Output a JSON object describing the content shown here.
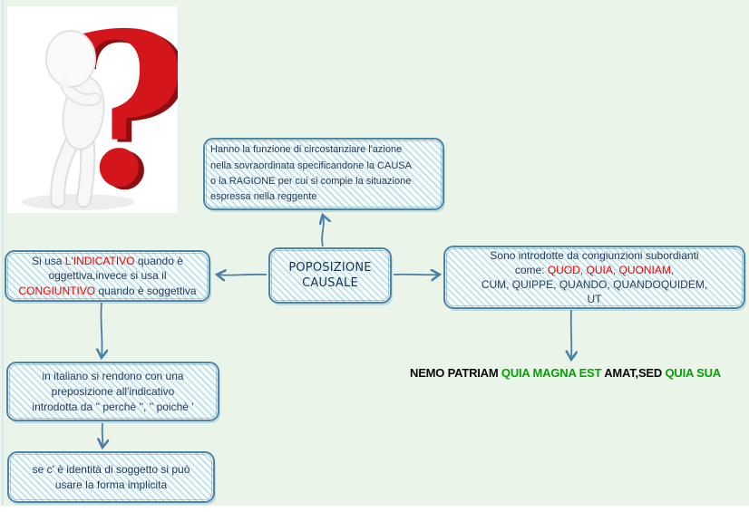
{
  "palette": {
    "background": "#eaf4e9",
    "node_fill": "#f6fbfc",
    "node_hatch": "#7fc1d0",
    "node_border": "#4e86a8",
    "node_text": "#233d5f",
    "accent_red": "#f20000",
    "accent_green": "#00a300",
    "arrow": "#4a7fa6",
    "question_mark_red": "#d2161c"
  },
  "illustration": {
    "label": "3D white figure thinking beside a big red question mark"
  },
  "nodes": {
    "definition": {
      "lines": [
        "Hanno la funzione di circostanziare l'azione",
        "nella sovraordinata specificandone la CAUSA",
        "o la RAGIONE per cui si compie la situazione",
        "espressa nella reggente"
      ]
    },
    "center": {
      "lines": [
        "POPOSIZIONE",
        "CAUSALE"
      ]
    },
    "mood": {
      "segments": [
        {
          "t": "Si usa "
        },
        {
          "t": "L'INDICATIVO",
          "c": "red"
        },
        {
          "t": " quando è\noggettiva,invece si usa il\n"
        },
        {
          "t": "CONGIUNTIVO",
          "c": "red"
        },
        {
          "t": " quando è soggettiva"
        }
      ]
    },
    "conjunctions": {
      "segments": [
        {
          "t": "Sono introdotte da congiunzioni subordianti\ncome: "
        },
        {
          "t": "QUOD, QUIA, QUONIAM,",
          "c": "red"
        },
        {
          "t": "\nCUM, QUIPPE, QUANDO, QUANDOQUIDEM,\nUT"
        }
      ]
    },
    "italian": {
      "lines": [
        "in italiano si rendono con una",
        "preposizione all'indicativo",
        "introdotta da '' perchè '', '' poichè '"
      ]
    },
    "implicit": {
      "lines": [
        "se c' è identità di soggetto si può",
        "usare la forma implicita"
      ]
    },
    "example": {
      "segments": [
        {
          "t": "NEMO PATRIAM "
        },
        {
          "t": "QUIA MAGNA EST",
          "c": "green"
        },
        {
          "t": " AMAT,SED "
        },
        {
          "t": "QUIA SUA",
          "c": "green"
        }
      ]
    }
  }
}
